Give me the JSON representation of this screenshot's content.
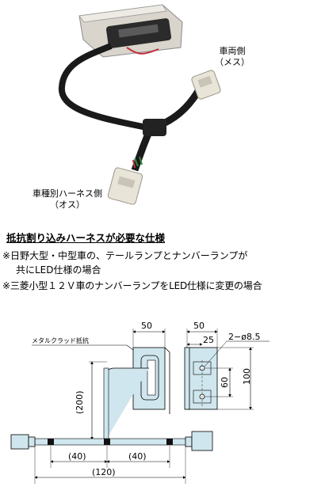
{
  "photo": {
    "vehicle_side_label": "車両側",
    "vehicle_side_sub": "（メス）",
    "harness_side_label": "車種別ハーネス側",
    "harness_side_sub": "（オス）"
  },
  "spec": {
    "title": "抵抗割り込みハーネスが必要な仕様",
    "note1_line1": "※日野大型・中型車の、テールランプとナンバーランプが",
    "note1_line2": "共にLED仕様の場合",
    "note2": "※三菱小型１２Ｖ車のナンバーランプをLED仕様に変更の場合"
  },
  "drawing": {
    "resistor_label": "メタルクラッド抵抗",
    "dim_50_a": "50",
    "dim_50_b": "50",
    "dim_25": "25",
    "dim_hole": "2−ø8.5",
    "dim_60": "60",
    "dim_100": "100",
    "dim_200": "(200)",
    "dim_40_a": "(40)",
    "dim_40_b": "(40)",
    "dim_120": "(120)"
  },
  "colors": {
    "wire_fill": "#cfe6ee",
    "bracket": "#9fb0b8",
    "harness": "#1a1a1a",
    "connector": "#e8e4d8"
  }
}
